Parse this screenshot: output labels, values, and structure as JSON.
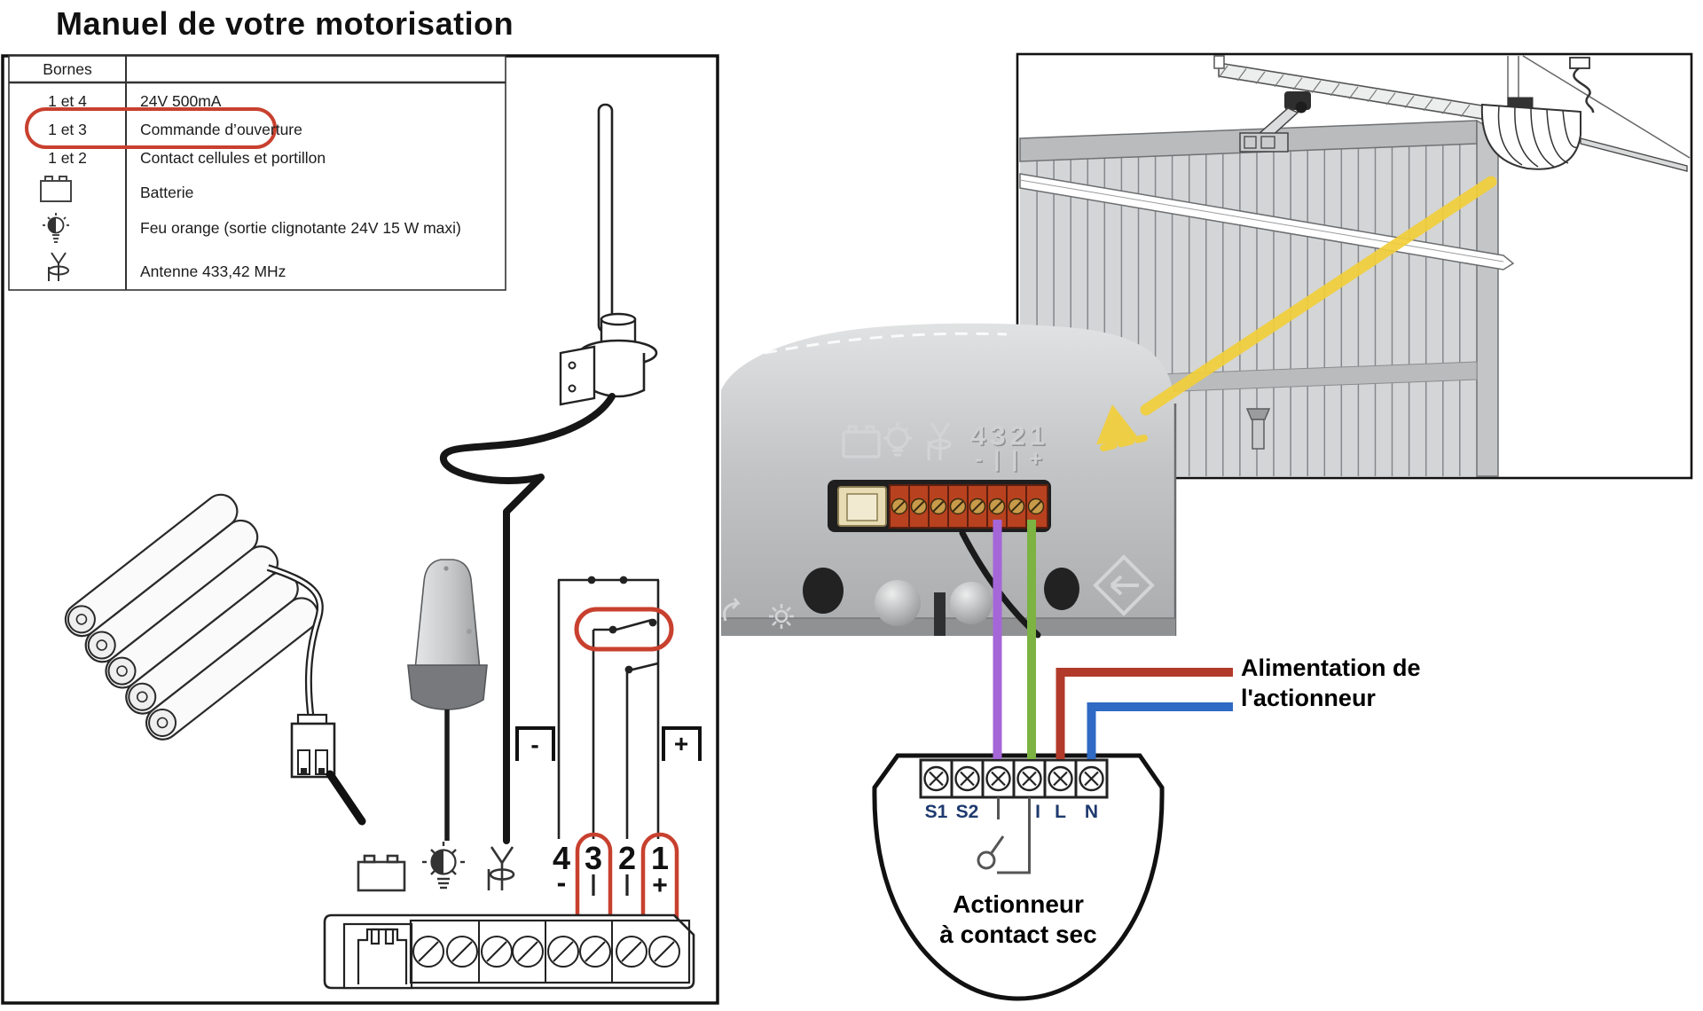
{
  "title": "Manuel de votre motorisation",
  "table": {
    "header": "Bornes",
    "rows": [
      {
        "terminal": "1 et 4",
        "description": "24V 500mA",
        "highlighted": false
      },
      {
        "terminal": "1 et 3",
        "description": "Commande d’ouverture",
        "highlighted": true
      },
      {
        "terminal": "1 et 2",
        "description": "Contact cellules et portillon",
        "highlighted": false
      },
      {
        "terminal": "",
        "icon": "battery-icon",
        "description": "Batterie",
        "highlighted": false
      },
      {
        "terminal": "",
        "icon": "beacon-light-icon",
        "description": "Feu orange (sortie clignotante 24V 15 W maxi)",
        "highlighted": false
      },
      {
        "terminal": "",
        "icon": "antenna-icon",
        "description": "Antenne 433,42 MHz",
        "highlighted": false
      }
    ]
  },
  "wiring_panel": {
    "terminal_numbers": [
      "4",
      "3",
      "2",
      "1"
    ],
    "minus_mark": "-",
    "plus_mark": "+",
    "bracket_minus": "-",
    "bracket_plus": "+",
    "circled_terminals": [
      "3",
      "1"
    ]
  },
  "motor": {
    "embossed_terminals": "4321",
    "embossed_polarity": "- | | +"
  },
  "actuator": {
    "labels": [
      "S1",
      "S2",
      "",
      "I",
      "L",
      "N"
    ],
    "caption_line1": "Actionneur",
    "caption_line2": "à contact sec"
  },
  "annotations": {
    "power_label_line1": "Alimentation de",
    "power_label_line2": "l'actionneur"
  },
  "colors": {
    "highlight_red": "#c8402e",
    "wire_purple": "#a566d8",
    "wire_green": "#7cb342",
    "wire_red": "#b23a2a",
    "wire_blue": "#2f6ac4",
    "arrow_yellow": "#f2cf3a",
    "terminal_orange": "#b8421f",
    "label_navy": "#1e3a6e"
  }
}
